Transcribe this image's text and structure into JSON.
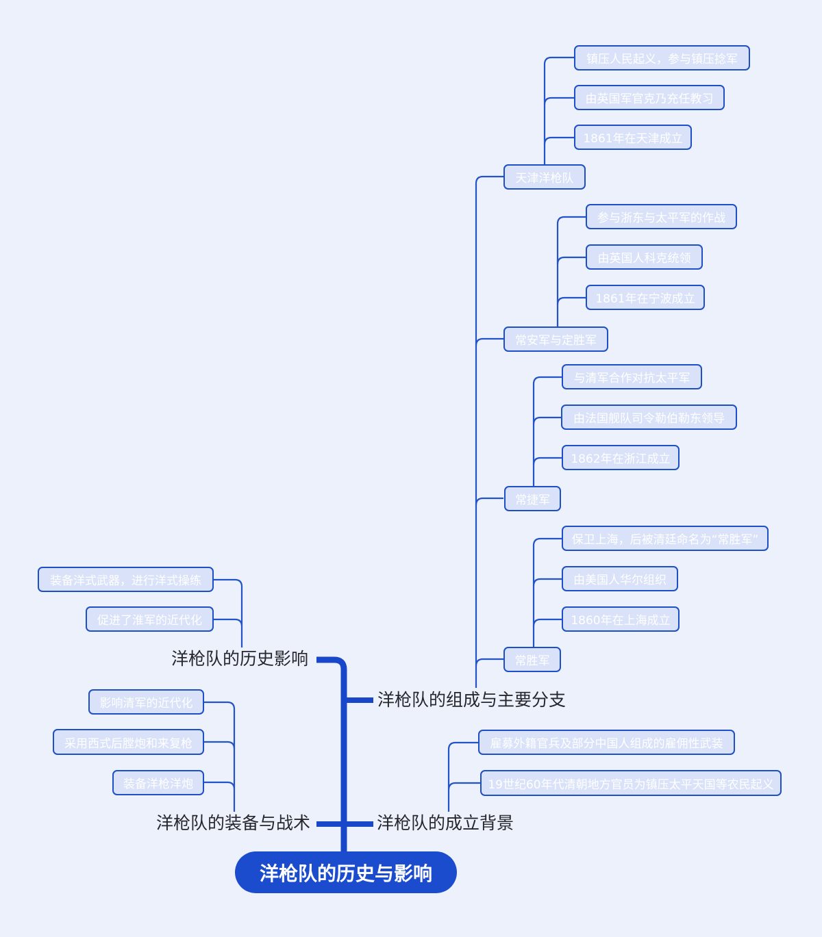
{
  "root": {
    "label": "洋枪队的历史与影响"
  },
  "branches": {
    "composition": {
      "label": "洋枪队的组成与主要分支",
      "groups": [
        {
          "label": "天津洋枪队",
          "children": [
            "镇压人民起义，参与镇压捻军",
            "由英国军官克乃充任教习",
            "1861年在天津成立"
          ]
        },
        {
          "label": "常安军与定胜军",
          "children": [
            "参与浙东与太平军的作战",
            "由英国人科克统领",
            "1861年在宁波成立"
          ]
        },
        {
          "label": "常捷军",
          "children": [
            "与清军合作对抗太平军",
            "由法国舰队司令勒伯勒东领导",
            "1862年在浙江成立"
          ]
        },
        {
          "label": "常胜军",
          "children": [
            "保卫上海，后被清廷命名为“常胜军”",
            "由美国人华尔组织",
            "1860年在上海成立"
          ]
        }
      ]
    },
    "background": {
      "label": "洋枪队的成立背景",
      "children": [
        "雇募外籍官兵及部分中国人组成的雇佣性武装",
        "19世纪60年代清朝地方官员为镇压太平天国等农民起义"
      ]
    },
    "equipment": {
      "label": "洋枪队的装备与战术",
      "children": [
        "影响清军的近代化",
        "采用西式后膛炮和来复枪",
        "装备洋枪洋炮"
      ]
    },
    "impact": {
      "label": "洋枪队的历史影响",
      "children": [
        "装备洋式武器，进行洋式操练",
        "促进了淮军的近代化"
      ]
    }
  },
  "colors": {
    "background": "#edf1fb",
    "node_fill": "#d9e2f8",
    "node_border": "#1d4fc6",
    "node_text": "#ffffff",
    "thin_line": "#2353c8",
    "trunk_line": "#1847c9",
    "root_fill": "#1b4ccd",
    "label_text": "#26262e"
  }
}
